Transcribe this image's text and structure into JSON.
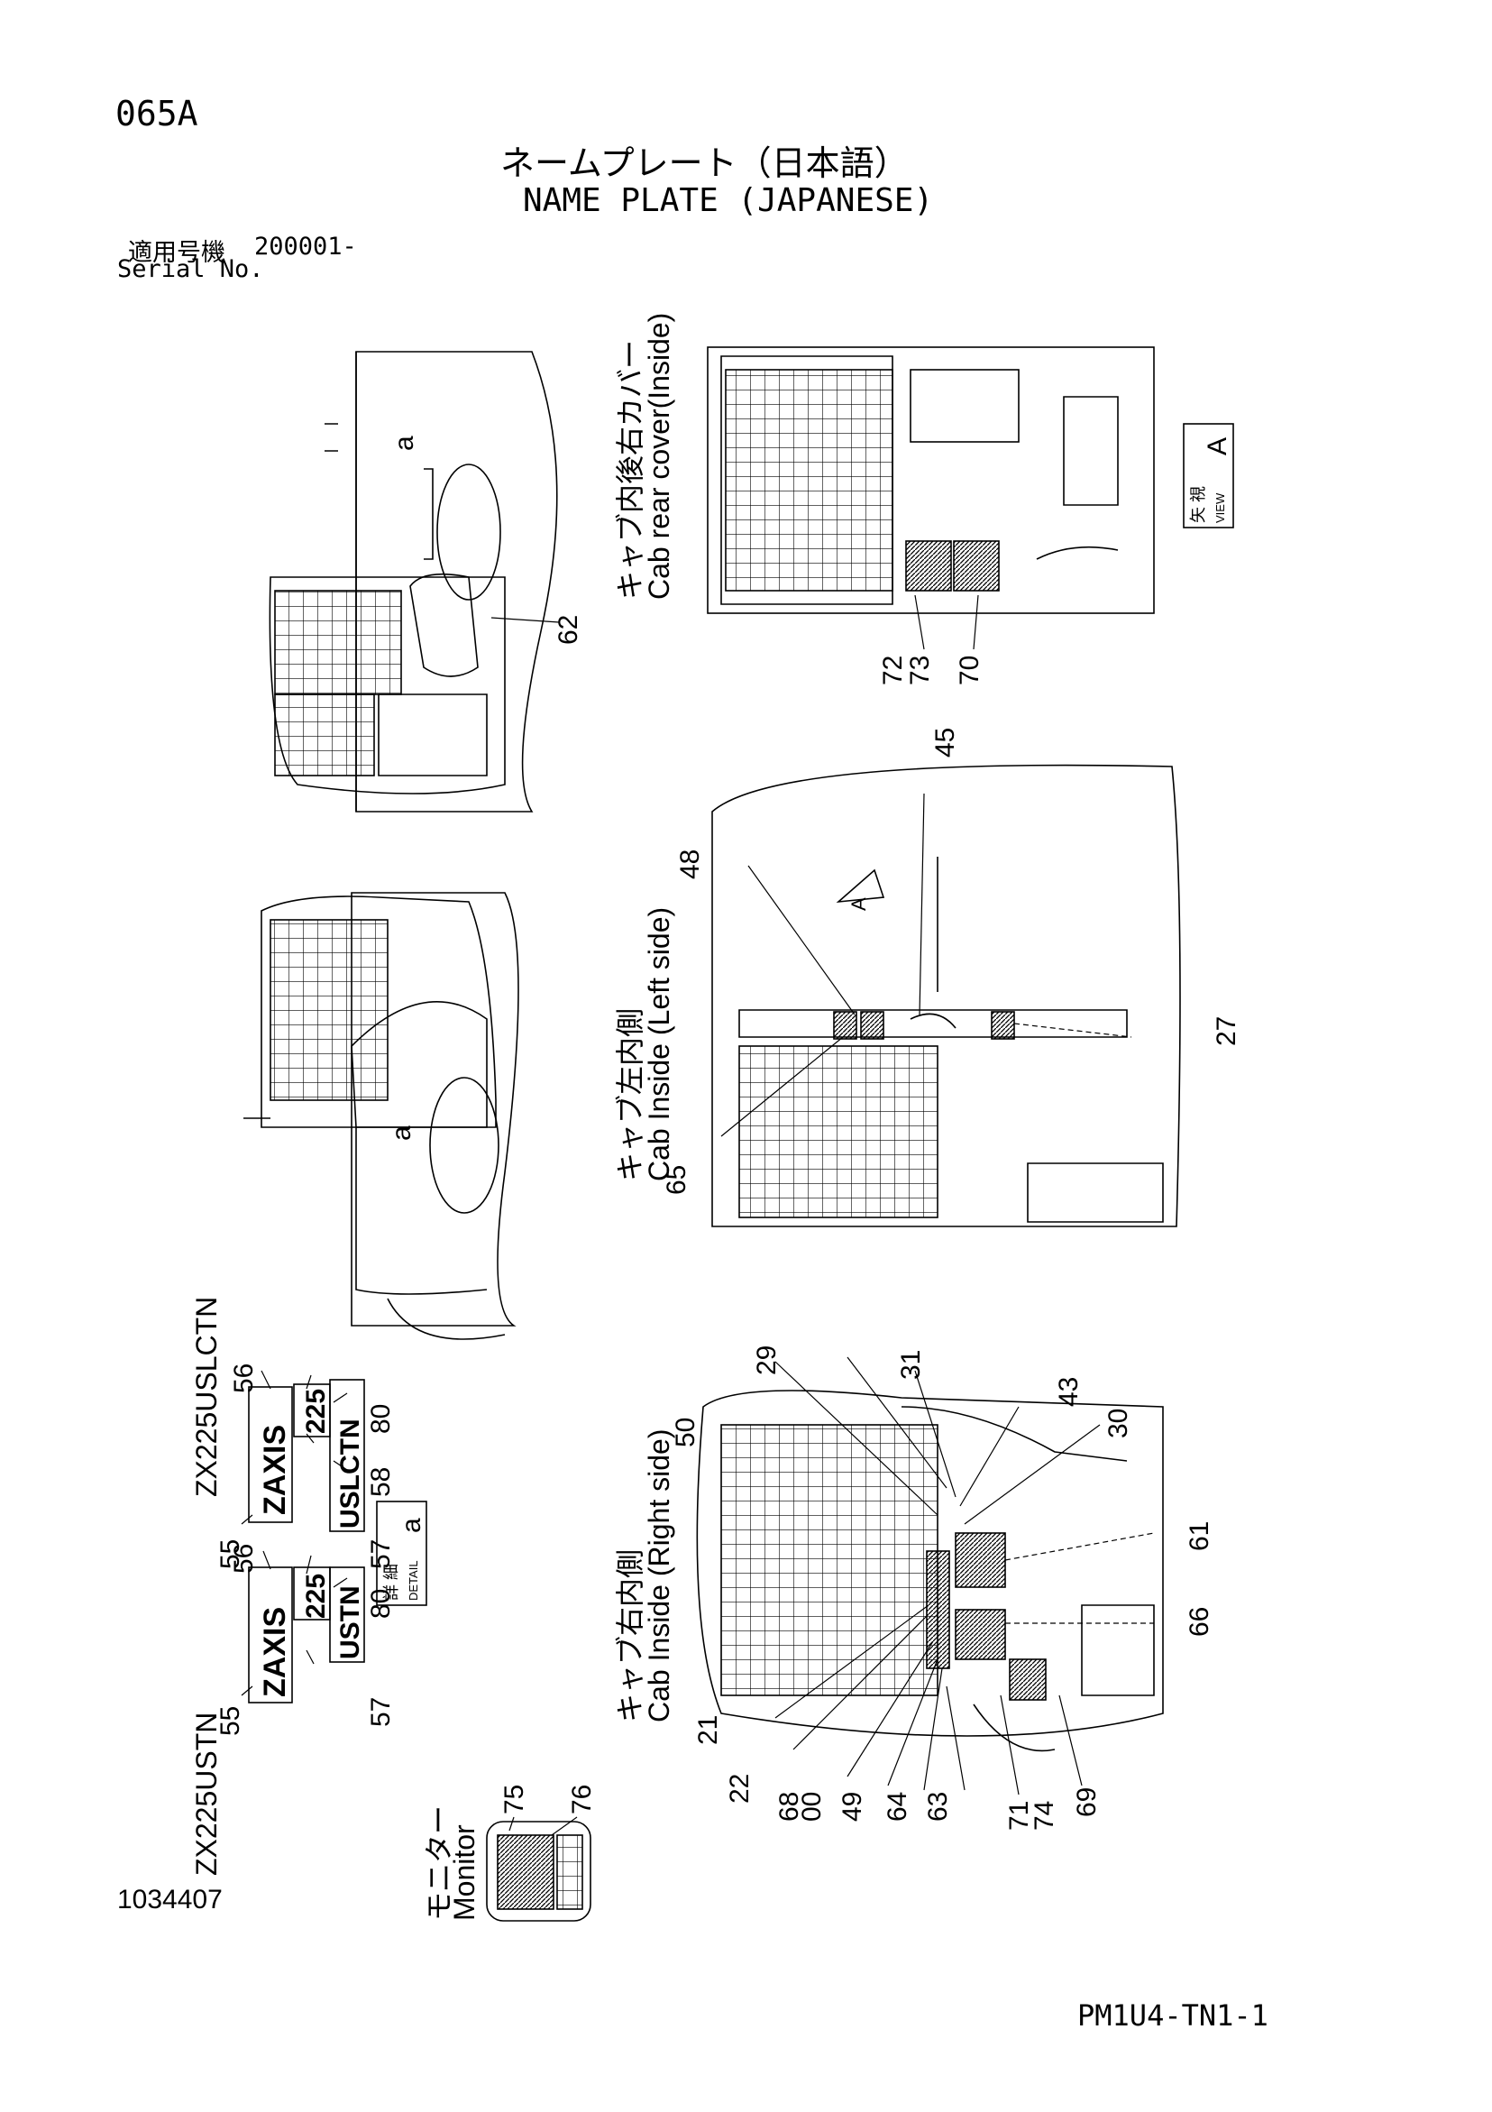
{
  "page": {
    "id": "065A",
    "doc_number": "1034407",
    "page_ref": "PM1U4-TN1-1"
  },
  "title": {
    "jp": "ネームプレート（日本語）",
    "en": "NAME PLATE (JAPANESE)"
  },
  "serial": {
    "jp": "適用号機",
    "value": "200001-",
    "en": "Serial No."
  },
  "views": {
    "cab_rear_cover": {
      "jp": "キャブ内後右カバー",
      "en": "Cab rear cover(Inside)"
    },
    "cab_left": {
      "jp": "キャブ左内側",
      "en": "Cab Inside (Left side)"
    },
    "cab_right": {
      "jp": "キャブ右内側",
      "en": "Cab Inside (Right side)"
    },
    "monitor": {
      "jp": "モニター",
      "en": "Monitor"
    },
    "view_a": {
      "jp": "矢 視",
      "en": "VIEW",
      "letter": "A"
    },
    "detail_a": {
      "jp": "詳 細",
      "en": "DETAIL",
      "letter": "a"
    },
    "model_ustn": "ZX225USTN",
    "model_uslctn": "ZX225USLCTN",
    "callout_a": "a",
    "arrow_a": "A"
  },
  "part_numbers": {
    "p62": "62",
    "p72": "72",
    "p73": "73",
    "p70": "70",
    "p45": "45",
    "p48": "48",
    "p27": "27",
    "p65": "65",
    "p29": "29",
    "p31": "31",
    "p50": "50",
    "p43": "43",
    "p30": "30",
    "p61": "61",
    "p66": "66",
    "p21": "21",
    "p22": "22",
    "p68": "68",
    "p00": "00",
    "p49": "49",
    "p64": "64",
    "p63": "63",
    "p71": "71",
    "p74": "74",
    "p69": "69",
    "p55a": "55",
    "p56a": "56",
    "p80a": "80",
    "p57a": "57",
    "p55b": "55",
    "p56b": "56",
    "p80b": "80",
    "p58": "58",
    "p57b": "57",
    "p75": "75",
    "p76": "76"
  },
  "emblem": {
    "logo": "ZAXIS",
    "model_num": "225",
    "suffix_ustn": "USTN",
    "suffix_uslctn": "USLCTN"
  }
}
